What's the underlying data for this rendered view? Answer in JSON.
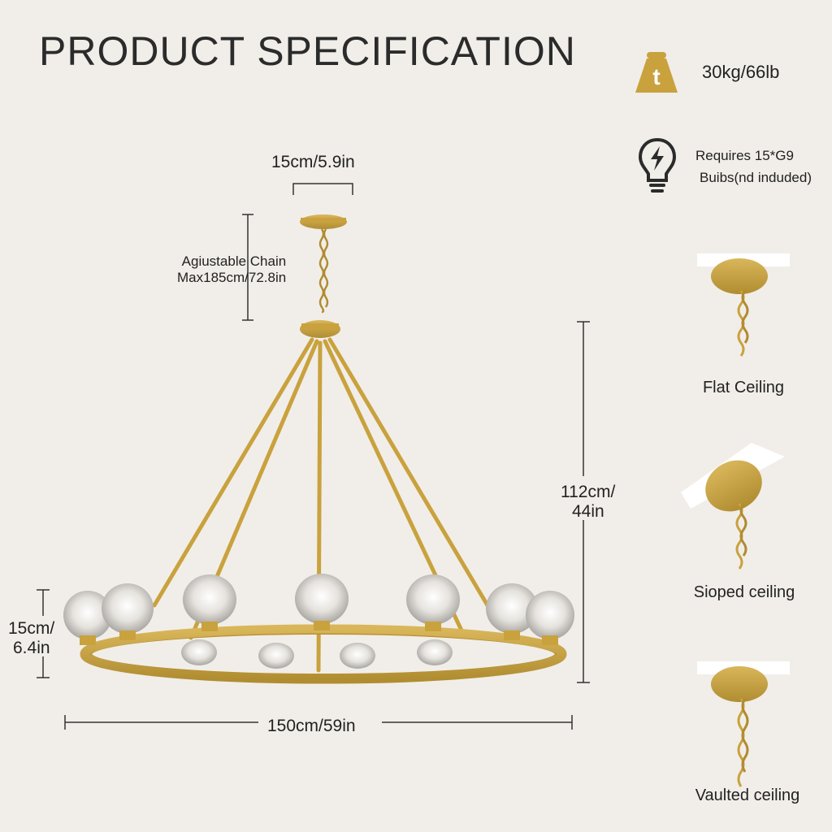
{
  "header": {
    "title": "PRODUCT SPECIFICATION"
  },
  "specs": {
    "weight": "30kg/66lb",
    "bulb_line1": "Requires 15*G9",
    "bulb_line2": "Buibs(nd induded)"
  },
  "dimensions": {
    "canopy": "15cm/5.9in",
    "chain_line1": "Agiustable Chain",
    "chain_line2": "Max185cm/72.8in",
    "height_line1": "112cm/",
    "height_line2": "44in",
    "shade_line1": "15cm/",
    "shade_line2": "6.4in",
    "diameter": "150cm/59in"
  },
  "mounting": {
    "flat": "Flat Ceiling",
    "sloped": "Sioped ceiling",
    "vaulted": "Vaulted ceiling"
  },
  "colors": {
    "gold": "#c9a23e",
    "gold_dark": "#a8842a",
    "text": "#222222",
    "background": "#f1eee9"
  }
}
